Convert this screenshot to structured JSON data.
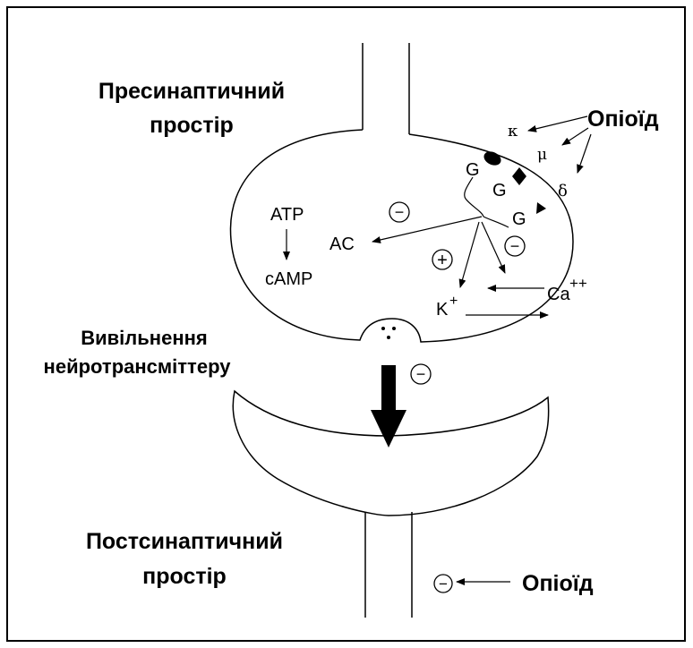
{
  "labels": {
    "presynaptic_line1": "Пресинаптичний",
    "presynaptic_line2": "простір",
    "opioid_top": "Опіоїд",
    "kappa": "κ",
    "mu": "μ",
    "delta": "δ",
    "g1": "G",
    "g2": "G",
    "g3": "G",
    "atp": "ATP",
    "camp": "cAMP",
    "ac": "AC",
    "k_ion": "K",
    "k_charge": "+",
    "ca_ion": "Ca",
    "ca_charge": "++",
    "release_line1": "Вивільнення",
    "release_line2": "нейротрансміттеру",
    "postsynaptic_line1": "Постсинаптичний",
    "postsynaptic_line2": "простір",
    "opioid_bottom": "Опіоїд"
  },
  "symbols": {
    "minus": "−",
    "plus": "+"
  },
  "colors": {
    "stroke": "#000000",
    "background": "#ffffff",
    "border": "#000000"
  }
}
